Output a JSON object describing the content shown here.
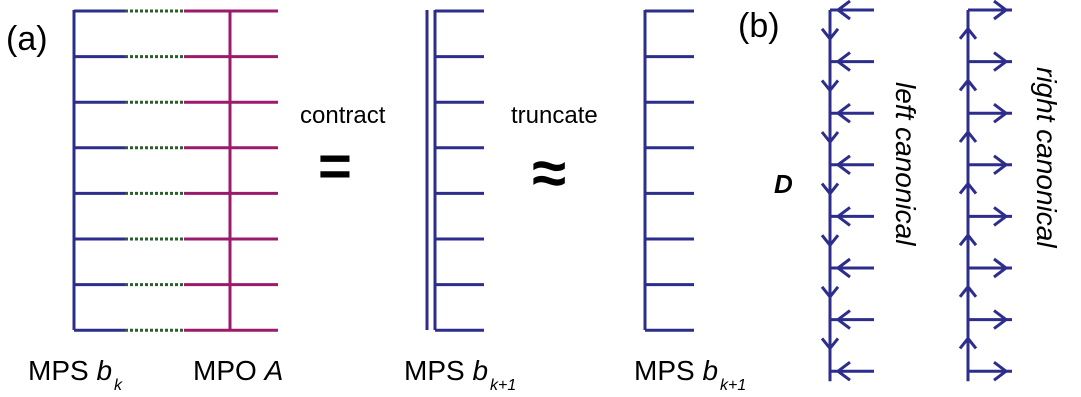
{
  "colors": {
    "mps": "#2d2d8c",
    "mpo": "#9b1a6b",
    "bond_dotted": "#2a5f2a",
    "text": "#000000"
  },
  "panel_a": {
    "label": "(a)",
    "sites": 8,
    "contract_label": "contract",
    "equals_symbol": "=",
    "truncate_label": "truncate",
    "approx_symbol": "≈",
    "captions": {
      "mps_bk": {
        "prefix": "MPS ",
        "var": "b",
        "sub": "k"
      },
      "mpo_a": {
        "prefix": "MPO ",
        "var": "A"
      },
      "mps_bk1_contracted": {
        "prefix": "MPS ",
        "var": "b",
        "sub": "k+1"
      },
      "mps_bk1_truncated": {
        "prefix": "MPS ",
        "var": "b",
        "sub": "k+1"
      }
    }
  },
  "panel_b": {
    "label": "(b)",
    "bond_dimension_label": "D",
    "sites": 8,
    "left_canonical_label": "left canonical",
    "right_canonical_label": "right canonical"
  }
}
